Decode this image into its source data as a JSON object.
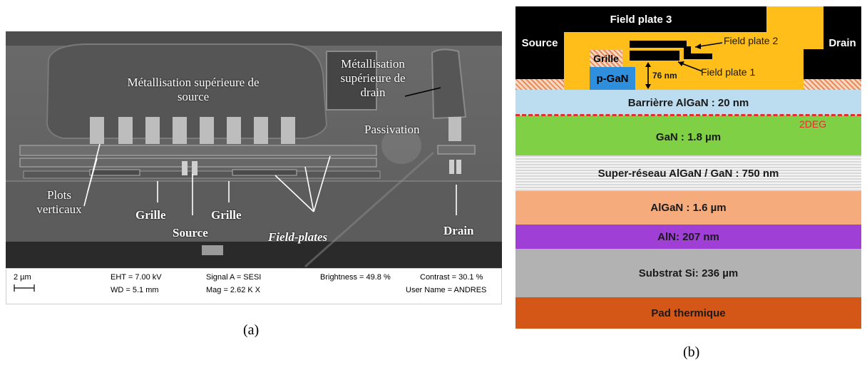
{
  "panel_a": {
    "labels": {
      "metal_source": "Métallisation supérieure de source",
      "metal_drain": "Métallisation supérieure de drain",
      "passivation": "Passivation",
      "plots": "Plots verticaux",
      "grille_left": "Grille",
      "grille_right": "Grille",
      "source": "Source",
      "field_plates": "Field-plates",
      "drain": "Drain"
    },
    "info": {
      "scale": "2 µm",
      "eht": "EHT = 7.00 kV",
      "wd": "WD = 5.1 mm",
      "signal": "Signal A = SESI",
      "mag": "Mag = 2.62 K X",
      "brightness": "Brightness = 49.8 %",
      "contrast": "Contrast = 30.1 %",
      "user": "User Name = ANDRES"
    },
    "caption": "(a)"
  },
  "panel_b": {
    "top": {
      "field_plate_3": "Field plate 3",
      "source": "Source",
      "drain": "Drain",
      "grille": "Grille",
      "pgan": "p-GaN",
      "dimension": "76 nm",
      "field_plate_2": "Field plate 2",
      "field_plate_1": "Field plate 1"
    },
    "layers": [
      {
        "label": "Barrièrre AlGaN : 20 nm",
        "color": "#bcdcef"
      },
      {
        "label": "GaN : 1.8 µm",
        "color": "#7fd044"
      },
      {
        "label": "Super-réseau AlGaN / GaN : 750 nm",
        "color": "#e3e3e3"
      },
      {
        "label": "AlGaN : 1.6 µm",
        "color": "#f6ab7c"
      },
      {
        "label": "AlN: 207 nm",
        "color": "#9f3fd6"
      },
      {
        "label": "Substrat Si: 236 µm",
        "color": "#b2b2b2"
      },
      {
        "label": "Pad thermique",
        "color": "#d45718"
      }
    ],
    "twodeg": "2DEG",
    "colors": {
      "metal": "#000000",
      "passivation": "#ffbe1a",
      "pgan": "#2f8fdc",
      "twodeg": "#e03030"
    },
    "caption": "(b)"
  }
}
